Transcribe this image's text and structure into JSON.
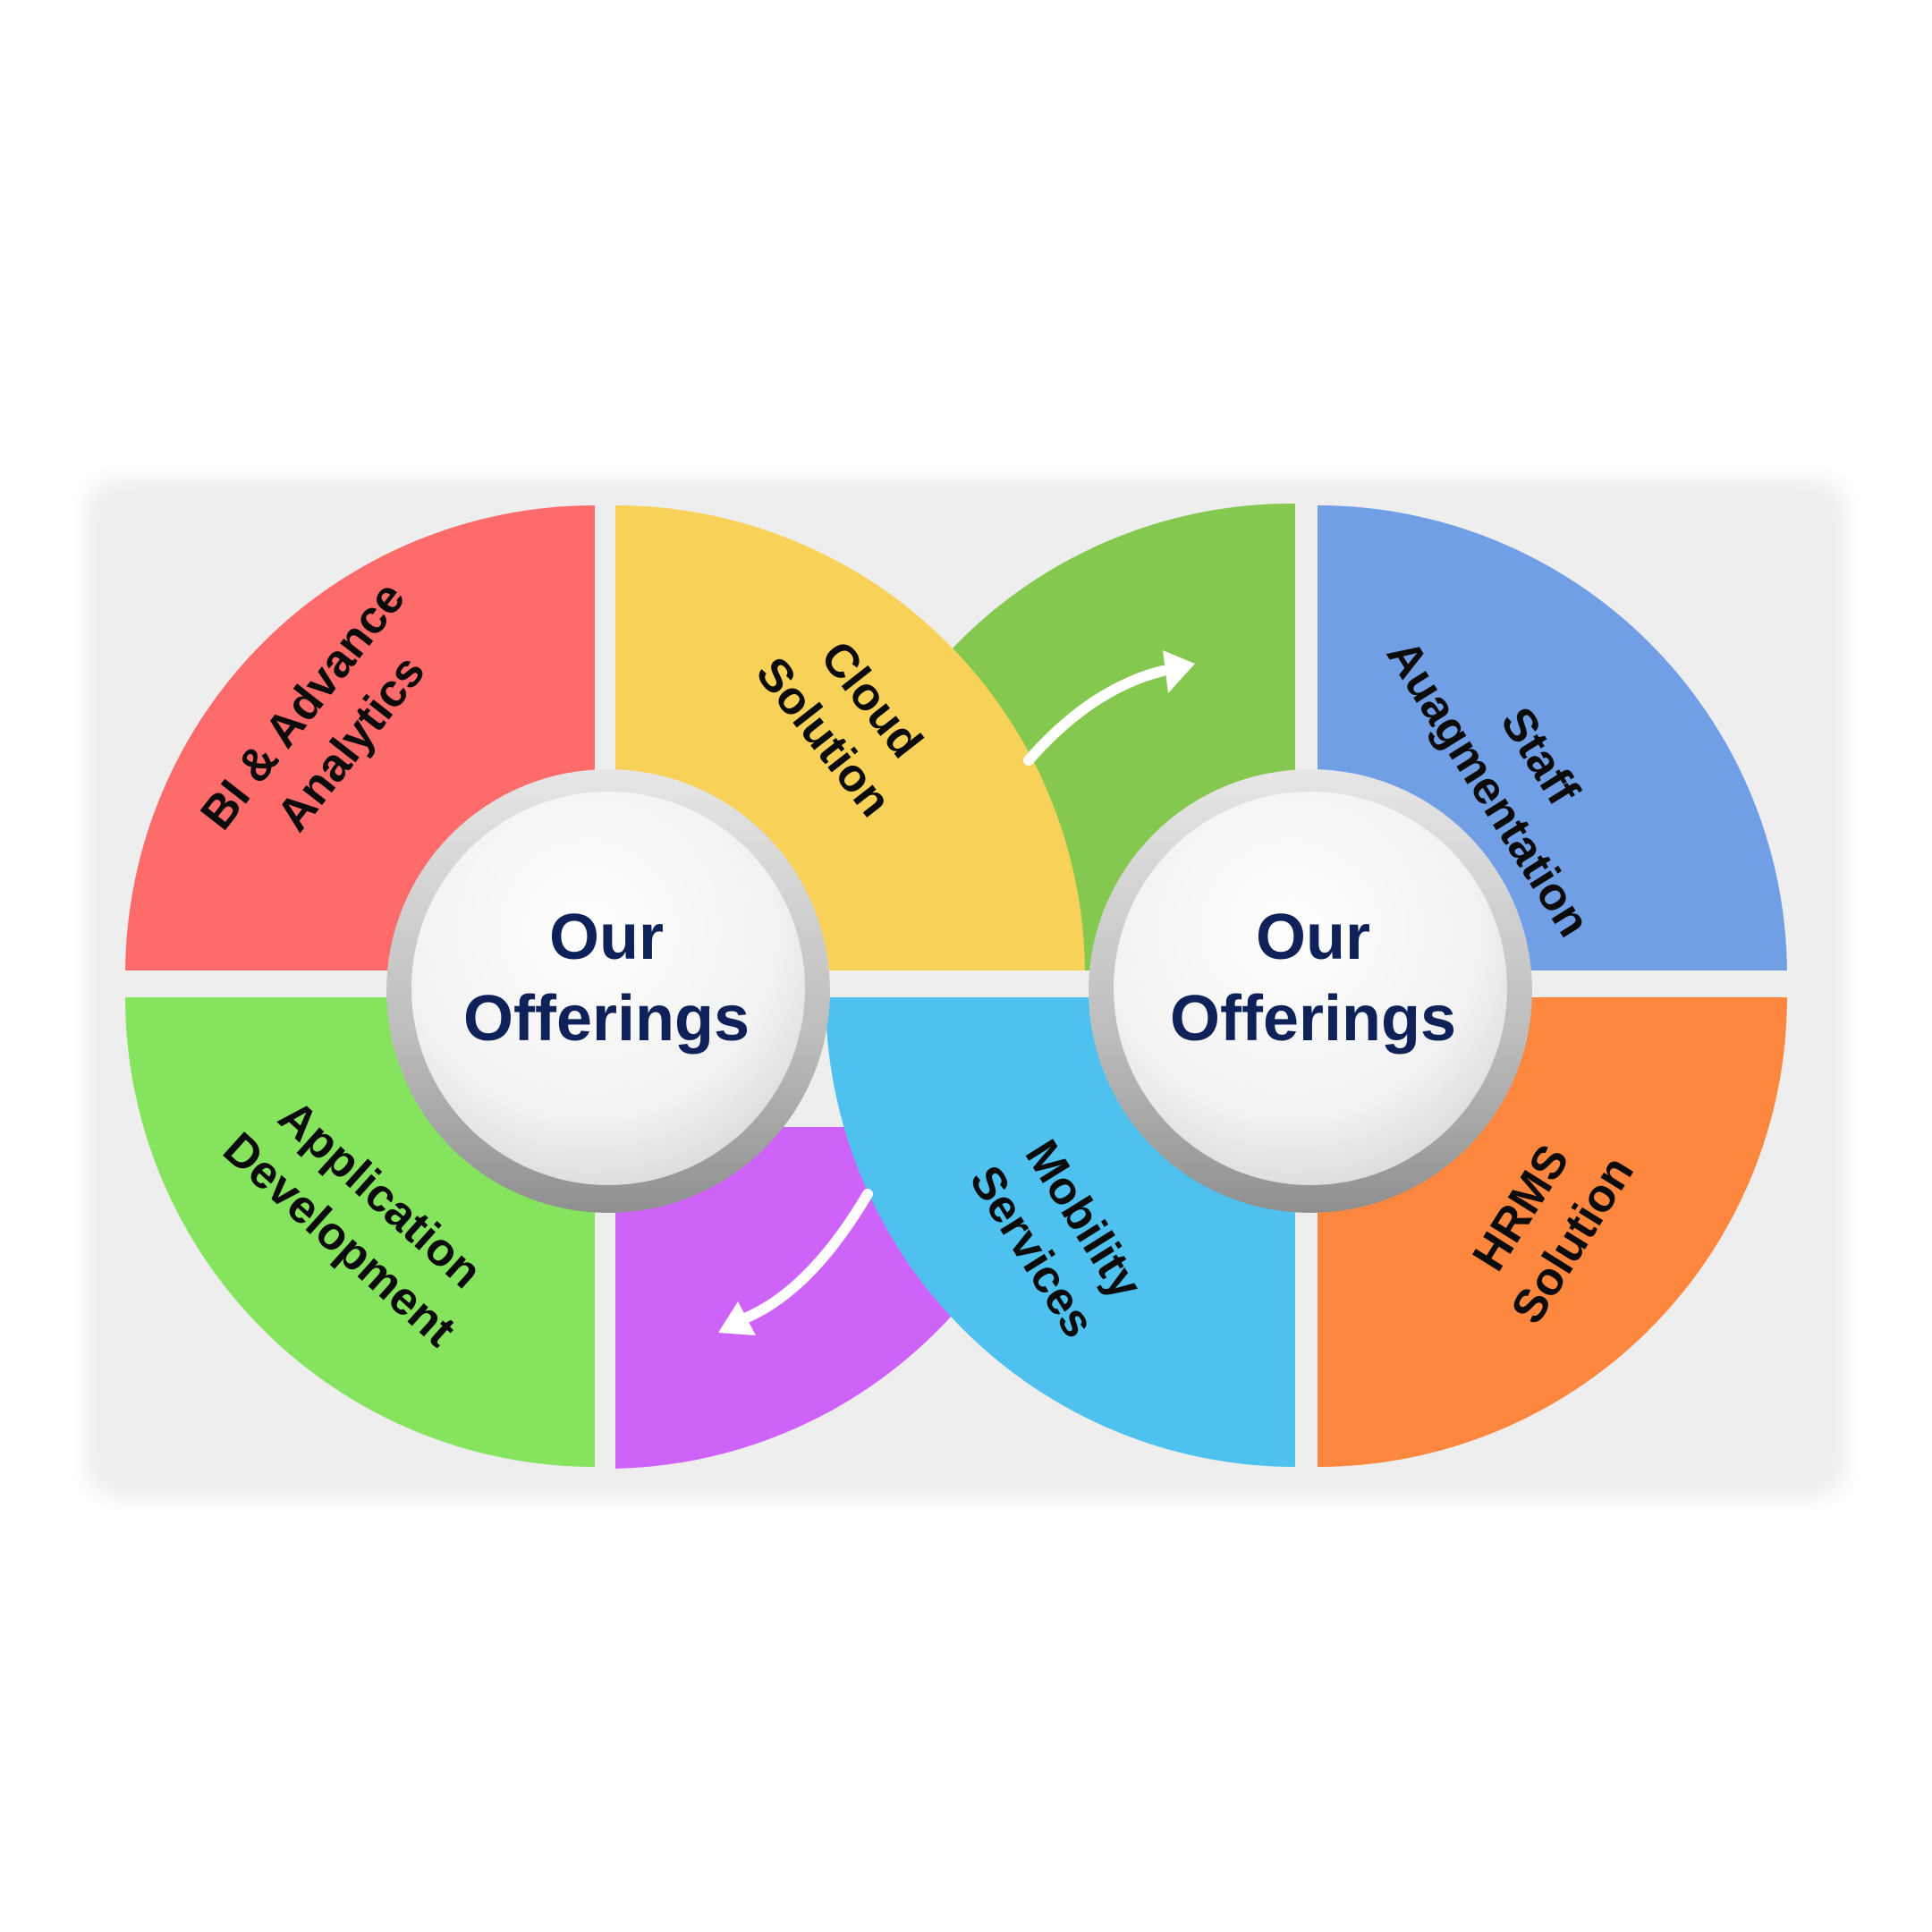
{
  "left_hub": {
    "line1": "Our",
    "line2": "Offerings"
  },
  "right_hub": {
    "line1": "Our",
    "line2": "Offerings"
  },
  "segments": {
    "bi": {
      "line1": "BI & Advance",
      "line2": "Analytics",
      "color": "#FE6B6B"
    },
    "cloud": {
      "line1": "Cloud",
      "line2": "Solution",
      "color": "#F8D158"
    },
    "appdev": {
      "line1": "Application",
      "line2": "Development",
      "color": "#86E35E"
    },
    "purple": {
      "color": "#CE63FA"
    },
    "green_top": {
      "color": "#84C84F"
    },
    "staff": {
      "line1": "Staff",
      "line2": "Auagmentation",
      "color": "#719FE6"
    },
    "mobility": {
      "line1": "Mobility",
      "line2": "Services",
      "color": "#4EC1EF"
    },
    "hrms": {
      "line1": "HRMS",
      "line2": "Solution",
      "color": "#FE873F"
    }
  },
  "icons": {
    "top_arrow": "curved-arrow-right",
    "bottom_arrow": "curved-arrow-left"
  }
}
